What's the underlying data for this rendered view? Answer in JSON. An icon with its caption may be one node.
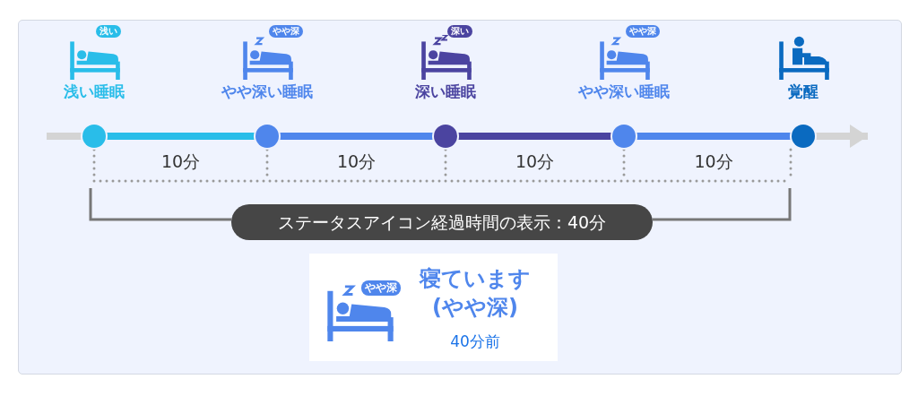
{
  "diagram": {
    "nodes": [
      {
        "text": [
          "浅い",
          "浅い睡眠"
        ]
      },
      {
        "text": [
          "やや深",
          "やや深い睡眠"
        ]
      },
      {
        "text": [
          "深い",
          "深い睡眠"
        ]
      },
      {
        "text": [
          "やや深",
          "やや深い睡眠"
        ]
      },
      {
        "text": [
          "覚醒"
        ]
      },
      {
        "text": [
          "ステータスアイコン経過時間の表示：40分"
        ]
      },
      {
        "text": [
          "やや深",
          "寝ています (やや深)",
          "40分前"
        ]
      }
    ],
    "edges": [
      {
        "from": null,
        "to": 0,
        "arrow": "none",
        "color": "#d4d4d4"
      },
      {
        "from": 0,
        "to": 1,
        "arrow": "none",
        "label": "10分",
        "color": "#29bde9"
      },
      {
        "from": 1,
        "to": 2,
        "arrow": "none",
        "label": "10分",
        "color": "#4f86ec"
      },
      {
        "from": 2,
        "to": 3,
        "arrow": "none",
        "label": "10分",
        "color": "#4b44a0"
      },
      {
        "from": 3,
        "to": 4,
        "arrow": "none",
        "label": "10分",
        "color": "#4f86ec"
      },
      {
        "from": 4,
        "to": null,
        "arrow": "to",
        "color": "#d4d4d4"
      }
    ]
  }
}
